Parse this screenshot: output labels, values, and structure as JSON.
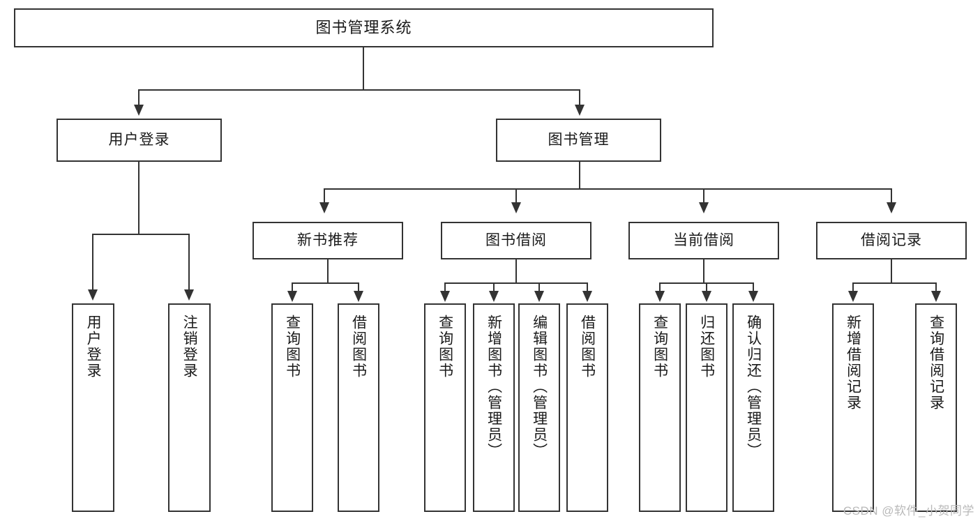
{
  "diagram": {
    "type": "tree-hierarchy",
    "title": "图书管理系统功能结构图",
    "stroke_color": "#333333",
    "fill_color": "#ffffff",
    "text_color": "#1a1a1a",
    "levels": 4
  },
  "root": {
    "label": "图书管理系统"
  },
  "level2": [
    {
      "label": "用户登录"
    },
    {
      "label": "图书管理"
    }
  ],
  "level3": [
    {
      "label": "新书推荐"
    },
    {
      "label": "图书借阅"
    },
    {
      "label": "当前借阅"
    },
    {
      "label": "借阅记录"
    }
  ],
  "leaves": {
    "user_login": [
      {
        "label": "用户登录"
      },
      {
        "label": "注销登录"
      }
    ],
    "new_book_recommend": [
      {
        "label": "查询图书"
      },
      {
        "label": "借阅图书"
      }
    ],
    "book_borrow": [
      {
        "label": "查询图书"
      },
      {
        "label": "新增图书（管理员）"
      },
      {
        "label": "编辑图书（管理员）"
      },
      {
        "label": "借阅图书"
      }
    ],
    "current_borrow": [
      {
        "label": "查询图书"
      },
      {
        "label": "归还图书"
      },
      {
        "label": "确认归还（管理员）"
      }
    ],
    "borrow_record": [
      {
        "label": "新增借阅记录"
      },
      {
        "label": "查询借阅记录"
      }
    ]
  },
  "watermark": {
    "text": "CSDN @软件_小贺同学"
  }
}
